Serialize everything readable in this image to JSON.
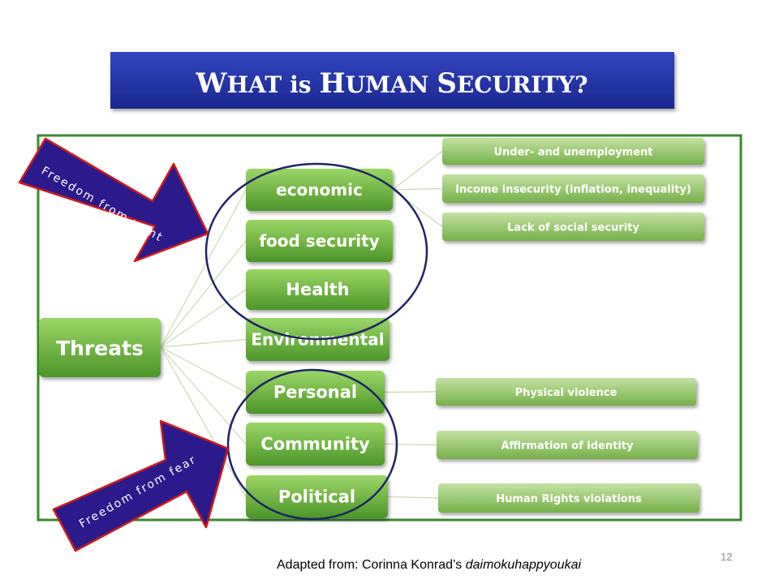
{
  "title": {
    "text_big_w": "W",
    "text_hat": "HAT",
    "text_big_i": "I",
    "text_s_word": "S",
    "text_big_h": "H",
    "text_uman": "UMAN",
    "text_big_s": "S",
    "text_ecurity": "ECURITY?",
    "full": "What is Human Security?"
  },
  "root": {
    "label": "Threats"
  },
  "categories": [
    {
      "label": "economic",
      "font": 20
    },
    {
      "label": "food security",
      "font": 20
    },
    {
      "label": "Health",
      "font": 21
    },
    {
      "label": "Environmental",
      "font": 20
    },
    {
      "label": "Personal",
      "font": 21
    },
    {
      "label": "Community",
      "font": 21
    },
    {
      "label": "Political",
      "font": 21
    }
  ],
  "sub_items": [
    {
      "label": "Under- and unemployment",
      "parent": 0
    },
    {
      "label": "Income insecurity (inflation, inequality)",
      "parent": 0
    },
    {
      "label": "Lack of social security",
      "parent": 0
    },
    {
      "label": "Physical violence",
      "parent": 4
    },
    {
      "label": "Affirmation of identity",
      "parent": 5
    },
    {
      "label": "Human Rights violations",
      "parent": 6
    }
  ],
  "arrows": {
    "want": "Freedom  from  want",
    "fear": "Freedom  from  fear"
  },
  "footer": {
    "credit_prefix": "Adapted from: Corinna Konrad’s ",
    "credit_italic": "daimokuhappyoukai",
    "page_number": "12"
  },
  "colors": {
    "title_bg": "#2233a6",
    "frame": "#3a8a2e",
    "box_top": "#8fcf5a",
    "box_bottom": "#4f9a2a",
    "sub_top": "#b8dc96",
    "sub_bottom": "#7bb54d",
    "arrow_fill": "#2c1a8c",
    "arrow_stroke": "#cc1a1a",
    "ellipse": "#1e2466"
  }
}
